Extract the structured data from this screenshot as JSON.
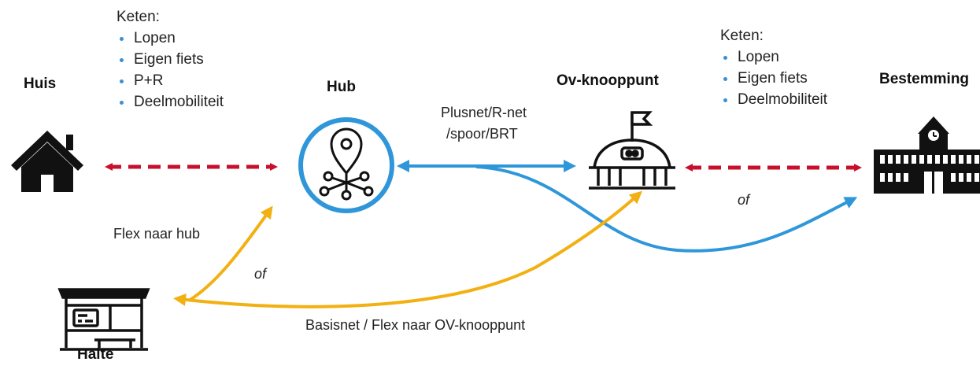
{
  "nodes": {
    "huis": "Huis",
    "hub": "Hub",
    "ov_knooppunt": "Ov-knooppunt",
    "bestemming": "Bestemming",
    "halte": "Halte"
  },
  "keten_left": {
    "title": "Keten:",
    "items": [
      "Lopen",
      "Eigen fiets",
      "P+R",
      "Deelmobiliteit"
    ]
  },
  "keten_right": {
    "title": "Keten:",
    "items": [
      "Lopen",
      "Eigen fiets",
      "Deelmobiliteit"
    ]
  },
  "connections": {
    "plusnet_line1": "Plusnet/R-net",
    "plusnet_line2": "/spoor/BRT",
    "flex_naar_hub": "Flex naar hub",
    "of_left": "of",
    "of_right": "of",
    "basisnet": "Basisnet / Flex  naar OV-knooppunt"
  },
  "colors": {
    "walk_arrow": "#c8102e",
    "transit_arrow": "#2f97d9",
    "flex_arrow": "#f2b011",
    "hub_circle": "#2f97d9",
    "icon": "#111111"
  },
  "icons": [
    "house-icon",
    "hub-location-network-icon",
    "ov-station-icon",
    "school-building-icon",
    "bus-shelter-icon"
  ]
}
